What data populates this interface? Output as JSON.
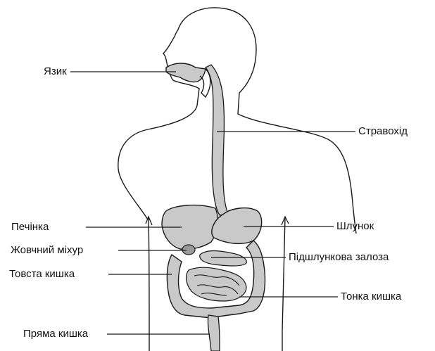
{
  "labels": {
    "tongue": "Язик",
    "esophagus": "Стравохід",
    "liver": "Печінка",
    "stomach": "Шлунок",
    "gallbladder": "Жовчний міхур",
    "pancreas": "Підшлункова залоза",
    "large_intestine": "Товста кишка",
    "small_intestine": "Тонка кишка",
    "rectum": "Пряма кишка"
  },
  "colors": {
    "organ_fill": "#c9c9c9",
    "organ_dark": "#9a9a9a",
    "outline": "#1a1a1a",
    "background": "#ffffff"
  }
}
